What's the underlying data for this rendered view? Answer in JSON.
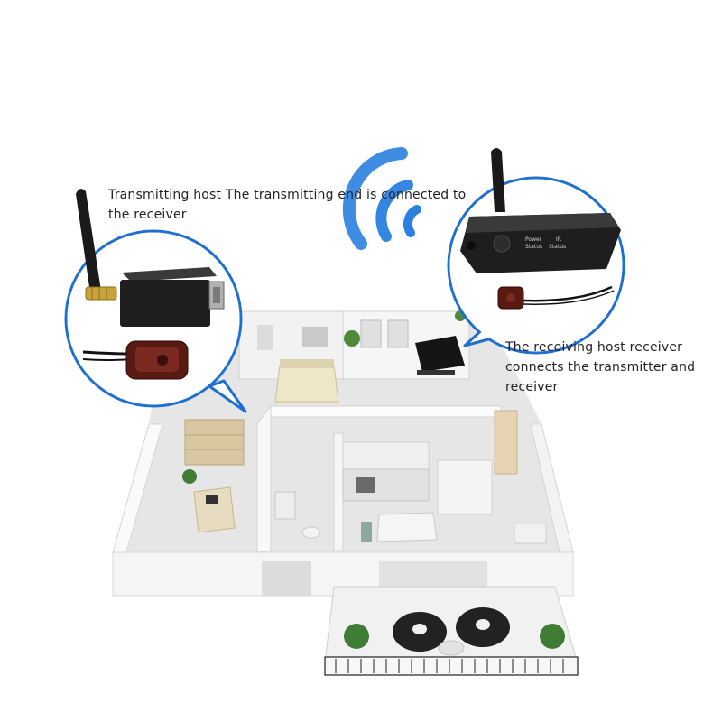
{
  "captions": {
    "transmitter_line1": "Transmitting host The transmitting end is connected to",
    "transmitter_line2": "the receiver",
    "receiver_line1": "The receiving host receiver",
    "receiver_line2": "connects the transmitter and",
    "receiver_line3": "receiver"
  },
  "receiver_device": {
    "label_power": "Power",
    "label_status": "Status",
    "label_ir": "IR",
    "label_status2": "Status"
  },
  "colors": {
    "wifi": "#2a7fe0",
    "device_body": "#1f1f1f",
    "sensor": "#5a1a14",
    "antenna_connector": "#c9a23a",
    "floor": "#e9e9e9",
    "walls": "#f7f7f7"
  },
  "icons": [
    "wifi-signal-icon"
  ]
}
